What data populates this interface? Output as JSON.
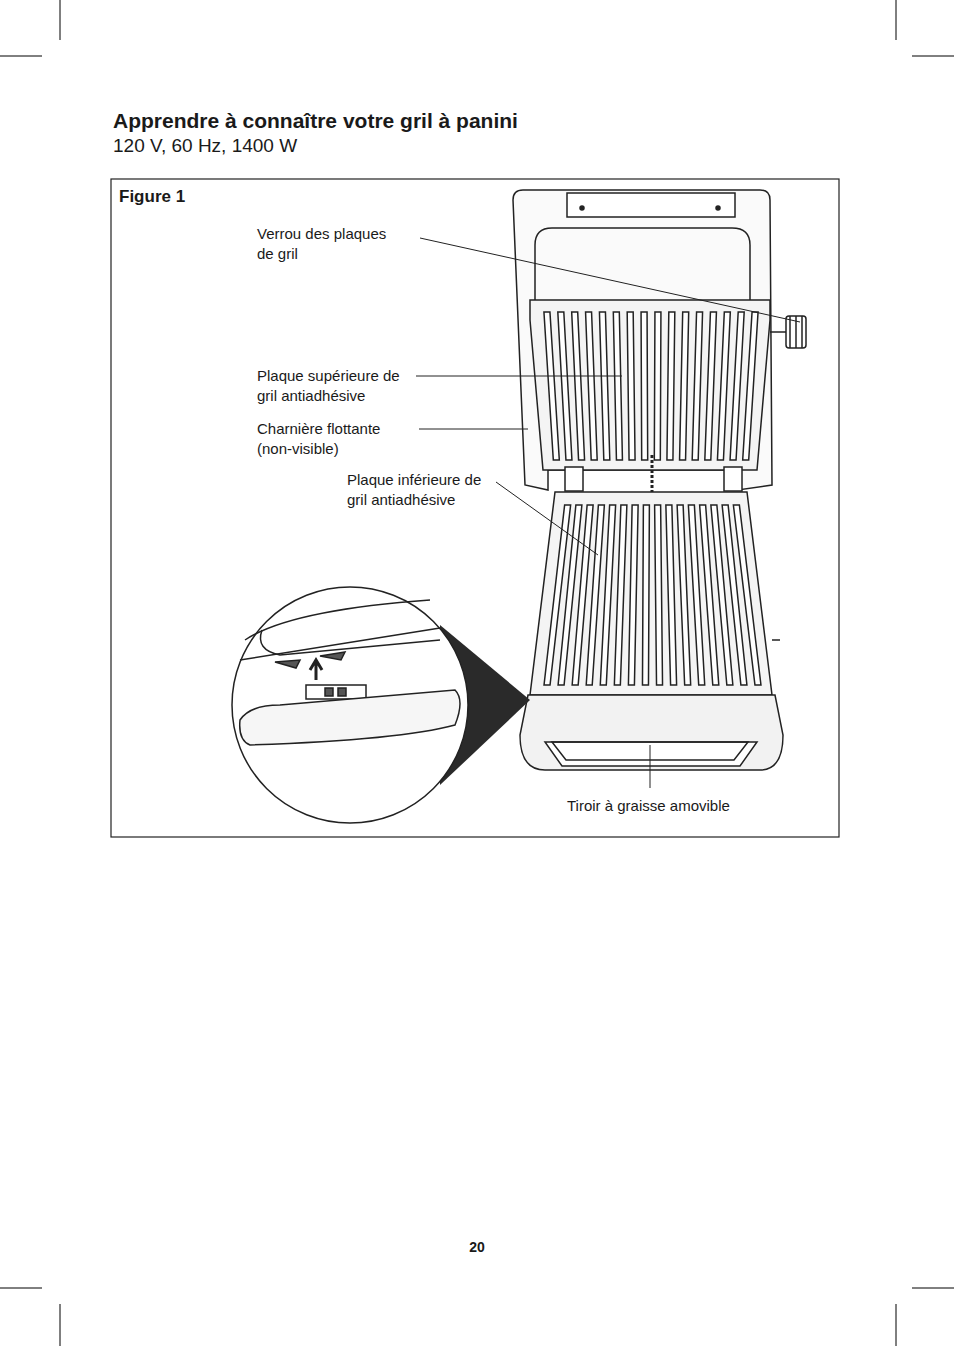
{
  "diagram": {
    "title": "Apprendre à connaître votre gril à panini",
    "labels": [
      "120 V, 60 Hz, 1400 W",
      "Figure 1",
      "Verrou des plaques de gril",
      "Plaque supérieure de gril antiadhésive",
      "Charnière flottante (non-visible)",
      "Plaque inférieure de gril antiadhésive",
      "Tiroir à graisse amovible",
      "20"
    ]
  }
}
